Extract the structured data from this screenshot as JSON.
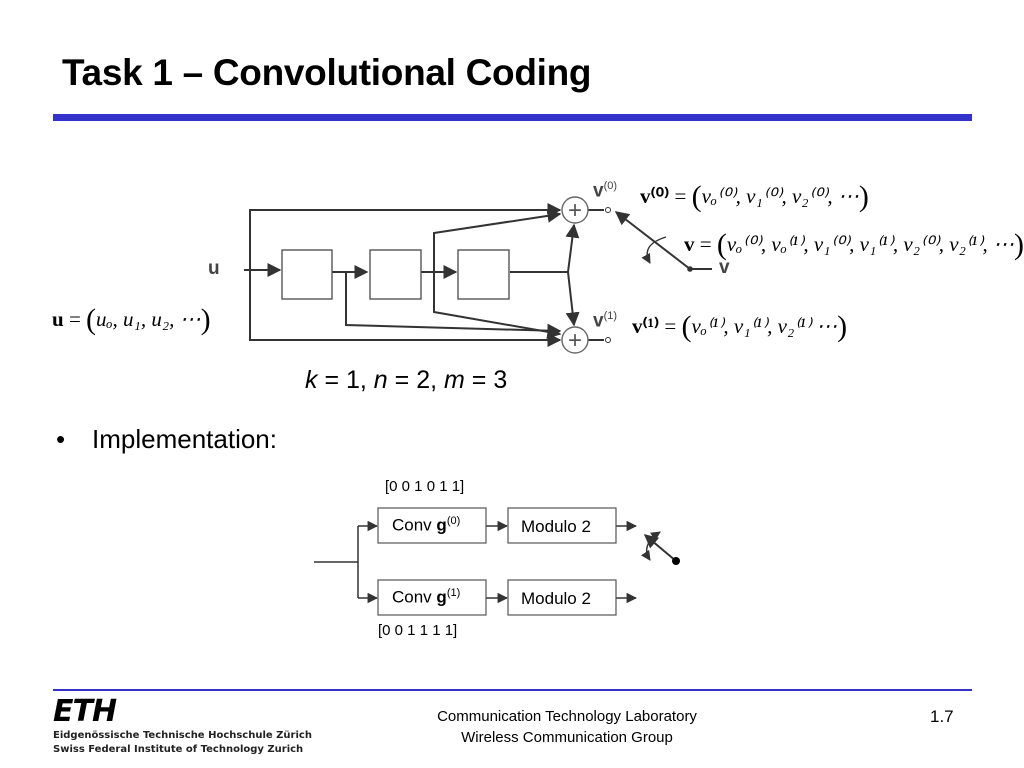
{
  "slide": {
    "title": "Task 1 – Convolutional Coding",
    "bullet_marker": "•",
    "bullet_text": "Implementation:",
    "params": {
      "k_sym": "k",
      "k_val": " = 1, ",
      "n_sym": "n",
      "n_val": " = 2, ",
      "m_sym": "m",
      "m_val": " = 3"
    }
  },
  "encoder": {
    "input_label": "u",
    "output0_label": "v",
    "output0_sup": "(0)",
    "output1_label": "v",
    "output1_sup": "(1)",
    "switch_output_label": "v",
    "adder_symbol": "+"
  },
  "equations": {
    "u_seq": {
      "lhs": "u",
      "eq": "=",
      "body": "uₒ, u₁, u₂, ⋯"
    },
    "v0_seq": {
      "lhs": "v⁽⁰⁾",
      "eq": "=",
      "body": "vₒ⁽⁰⁾, v₁⁽⁰⁾, v₂⁽⁰⁾, ⋯"
    },
    "v_seq": {
      "lhs": "v",
      "eq": "=",
      "body": "vₒ⁽⁰⁾, vₒ⁽¹⁾, v₁⁽⁰⁾, v₁⁽¹⁾, v₂⁽⁰⁾, v₂⁽¹⁾, ⋯"
    },
    "v1_seq": {
      "lhs": "v⁽¹⁾",
      "eq": "=",
      "body": "vₒ⁽¹⁾, v₁⁽¹⁾, v₂⁽¹⁾ ⋯"
    }
  },
  "implementation": {
    "g0_vector": "[0 0 1 0 1 1]",
    "g1_vector": "[0 0 1 1 1 1]",
    "conv0": {
      "prefix": "Conv ",
      "g": "g",
      "sup": "(0)"
    },
    "conv1": {
      "prefix": "Conv ",
      "g": "g",
      "sup": "(1)"
    },
    "mod0": "Modulo 2",
    "mod1": "Modulo 2"
  },
  "footer": {
    "logo_mark": "ETH",
    "logo_line1": "Eidgenössische Technische Hochschule Zürich",
    "logo_line2": "Swiss Federal Institute of Technology Zurich",
    "lab_line1": "Communication Technology Laboratory",
    "lab_line2": "Wireless Communication Group",
    "page": "1.7"
  }
}
